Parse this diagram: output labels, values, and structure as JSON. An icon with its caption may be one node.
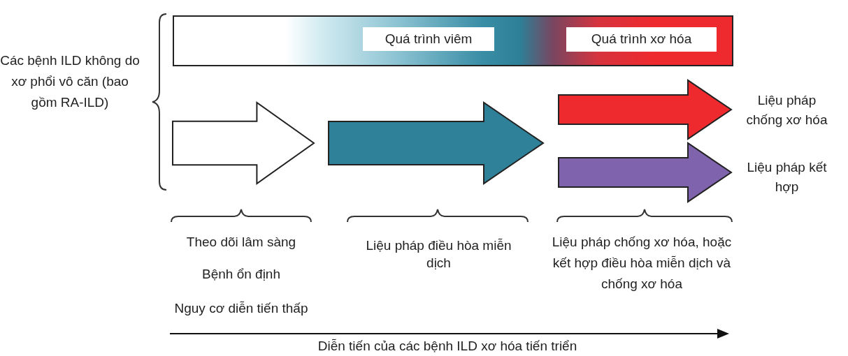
{
  "diagram": {
    "nodes": [
      {
        "text": [],
        "shape": "bar"
      },
      {
        "text": [
          "Quá trình viêm"
        ],
        "in": 0
      },
      {
        "text": [
          "Quá trình xơ hóa"
        ],
        "in": 0
      },
      {
        "text": [],
        "shape": "arrow"
      },
      {
        "text": [
          "Liệu pháp chống xơ hóa"
        ]
      },
      {
        "text": [
          "Liệu pháp kết hợp"
        ]
      }
    ],
    "edges": [
      {
        "from": 3,
        "to": null,
        "arrow": "to",
        "style": "thick",
        "color": "#2f8099"
      },
      {
        "from": null,
        "to": 4,
        "arrow": "to",
        "style": "thick",
        "color": "#ee2a2f"
      },
      {
        "from": null,
        "to": 5,
        "arrow": "to",
        "style": "thick",
        "color": "#7f63ad"
      }
    ],
    "labels": [
      "Các bệnh ILD không do xơ phổi vô căn (bao gồm RA-ILD)",
      "Theo dõi lâm sàng",
      "Liệu pháp điều hòa miễn dịch",
      "Liệu pháp chống xơ hóa, hoặc kết hợp điều hòa miễn dịch và chống xơ hóa",
      "Bệnh ổn định",
      "Nguy cơ diễn tiến thấp",
      "Diễn tiến của các bệnh ILD xơ hóa tiến triển"
    ]
  }
}
